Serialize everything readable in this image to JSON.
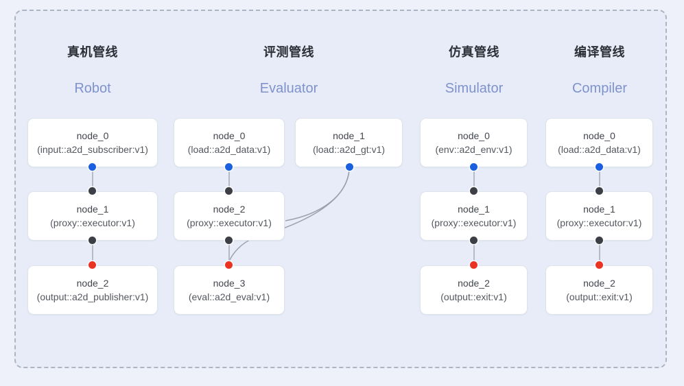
{
  "canvas": {
    "background": "#eef1f9",
    "panel_background": "#e7ecf8",
    "panel_border_color": "#aeb3c2",
    "panel_border_style": "dashed"
  },
  "colors": {
    "title_cn": "#2b2f36",
    "title_en": "#7e92cd",
    "node_bg": "#ffffff",
    "node_border": "#dfe3ea",
    "port_blue": "#1a5fe0",
    "port_black": "#3c3f45",
    "port_red": "#ea3323",
    "edge_line": "#9aa0ae"
  },
  "columns": [
    {
      "id": "robot",
      "title_cn": "真机管线",
      "title_en": "Robot",
      "nodes": [
        {
          "name": "node_0",
          "type": "(input::a2d_subscriber:v1)"
        },
        {
          "name": "node_1",
          "type": "(proxy::executor:v1)"
        },
        {
          "name": "node_2",
          "type": "(output::a2d_publisher:v1)"
        }
      ]
    },
    {
      "id": "evaluator",
      "title_cn": "评测管线",
      "title_en": "Evaluator",
      "nodes": [
        {
          "name": "node_0",
          "type": "(load::a2d_data:v1)"
        },
        {
          "name": "node_2",
          "type": "(proxy::executor:v1)"
        },
        {
          "name": "node_3",
          "type": "(eval::a2d_eval:v1)"
        },
        {
          "name": "node_1",
          "type": "(load::a2d_gt:v1)"
        }
      ]
    },
    {
      "id": "simulator",
      "title_cn": "仿真管线",
      "title_en": "Simulator",
      "nodes": [
        {
          "name": "node_0",
          "type": "(env::a2d_env:v1)"
        },
        {
          "name": "node_1",
          "type": "(proxy::executor:v1)"
        },
        {
          "name": "node_2",
          "type": "(output::exit:v1)"
        }
      ]
    },
    {
      "id": "compiler",
      "title_cn": "编译管线",
      "title_en": "Compiler",
      "nodes": [
        {
          "name": "node_0",
          "type": "(load::a2d_data:v1)"
        },
        {
          "name": "node_1",
          "type": "(proxy::executor:v1)"
        },
        {
          "name": "node_2",
          "type": "(output::exit:v1)"
        }
      ]
    }
  ]
}
